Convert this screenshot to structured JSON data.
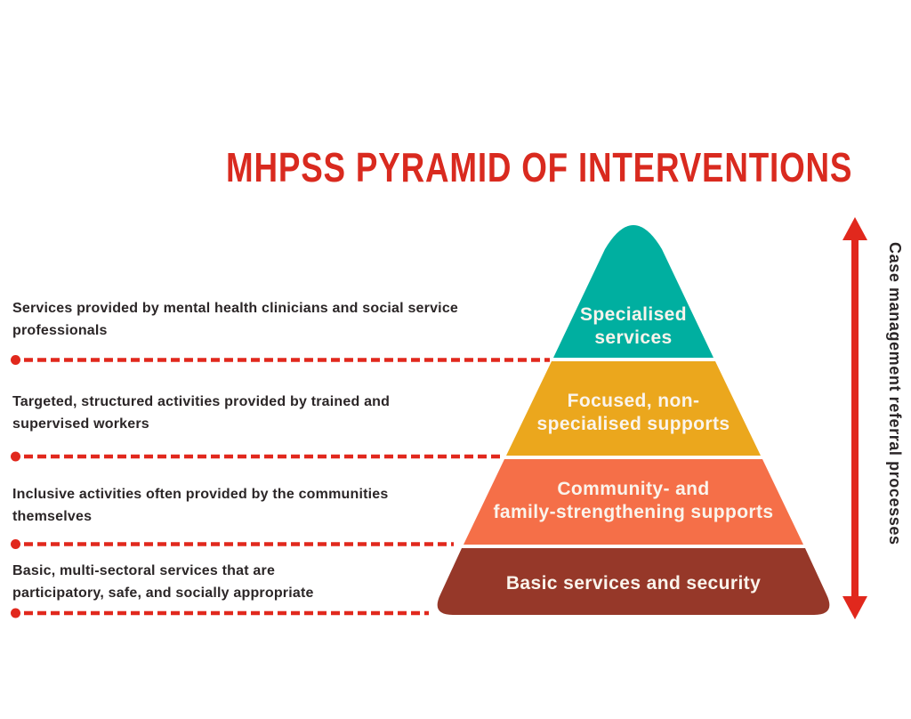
{
  "title": {
    "text": "MHPSS PYRAMID OF INTERVENTIONS"
  },
  "colors": {
    "title_red": "#d92a1f",
    "red": "#e1281d",
    "teal": "#00afa0",
    "amber": "#eba71d",
    "orange": "#f56f48",
    "maroon": "#963829",
    "dark_text": "#2b2627",
    "label_text": "#faf4ec",
    "background": "#ffffff"
  },
  "left_annotations": [
    {
      "lines": [
        "Services provided by mental health clinicians and social service",
        "professionals"
      ]
    },
    {
      "lines": [
        "Targeted, structured activities provided by trained and",
        "supervised workers"
      ]
    },
    {
      "lines": [
        "Inclusive activities often provided by the communities",
        "themselves"
      ]
    },
    {
      "lines": [
        "Basic, multi-sectoral services that are",
        "participatory, safe, and socially appropriate"
      ]
    }
  ],
  "pyramid": {
    "levels": [
      {
        "id": "specialised-services",
        "lines": [
          "Specialised",
          "services"
        ],
        "color": "#00afa0"
      },
      {
        "id": "focused-non-specialised-supports",
        "lines": [
          "Focused, non-",
          "specialised supports"
        ],
        "color": "#eba71d"
      },
      {
        "id": "community-family-strengthening-supports",
        "lines": [
          "Community- and",
          "family-strengthening supports"
        ],
        "color": "#f56f48"
      },
      {
        "id": "basic-services-and-security",
        "lines": [
          "Basic services and security"
        ],
        "color": "#963829"
      }
    ]
  },
  "right_axis": {
    "label": "Case management referral processes"
  }
}
